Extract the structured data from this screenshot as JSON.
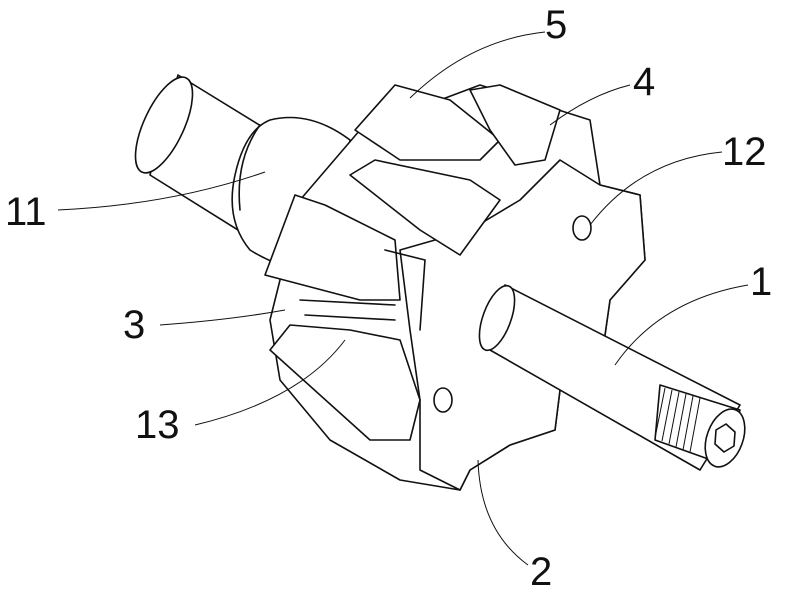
{
  "labels": {
    "l5": "5",
    "l4": "4",
    "l12": "12",
    "l11": "11",
    "l1": "1",
    "l3": "3",
    "l13": "13",
    "l2": "2"
  }
}
